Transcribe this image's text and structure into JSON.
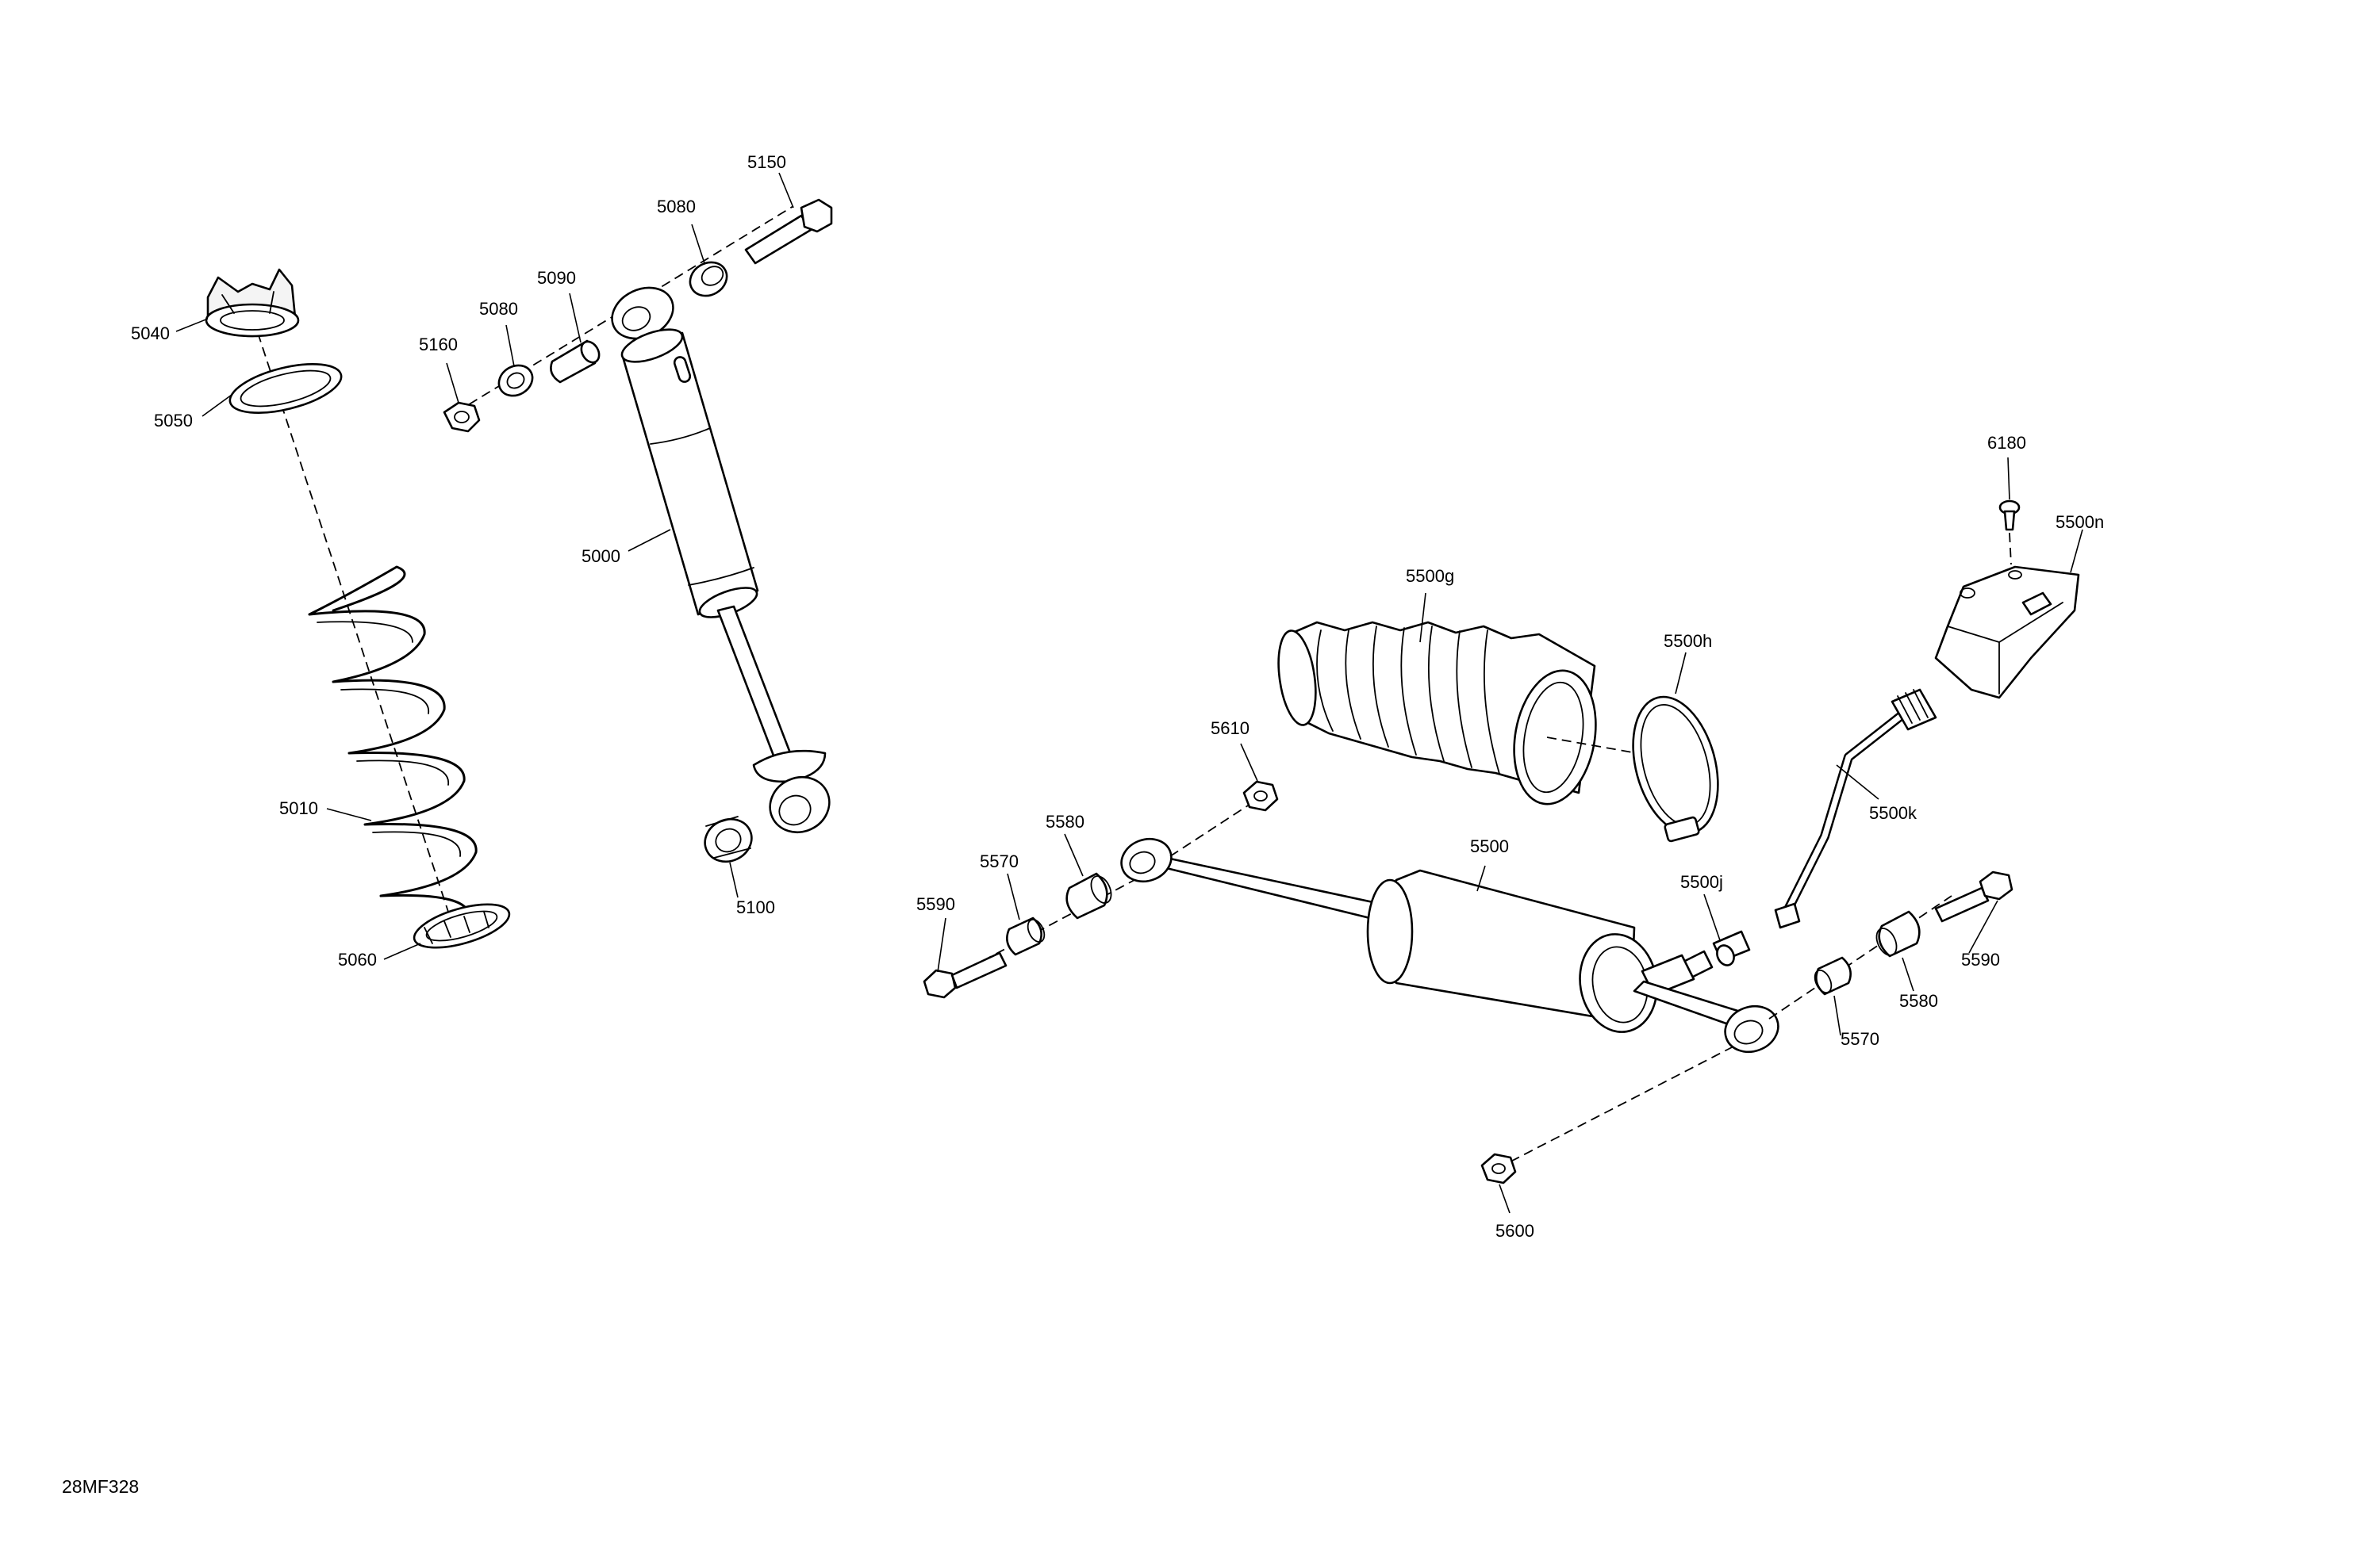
{
  "diagram_code": "28MF328",
  "callouts": {
    "c5150": "5150",
    "c5080a": "5080",
    "c5090": "5090",
    "c5080b": "5080",
    "c5160": "5160",
    "c5040": "5040",
    "c5050": "5050",
    "c5000": "5000",
    "c5010": "5010",
    "c5060": "5060",
    "c5100": "5100",
    "c6180": "6180",
    "c5500n": "5500n",
    "c5500g": "5500g",
    "c5500h": "5500h",
    "c5610": "5610",
    "c5500k": "5500k",
    "c5580a": "5580",
    "c5500": "5500",
    "c5570a": "5570",
    "c5500j": "5500j",
    "c5590a": "5590",
    "c5590b": "5590",
    "c5580b": "5580",
    "c5570b": "5570",
    "c5600": "5600"
  },
  "colors": {
    "line": "#000000",
    "background": "#ffffff"
  }
}
